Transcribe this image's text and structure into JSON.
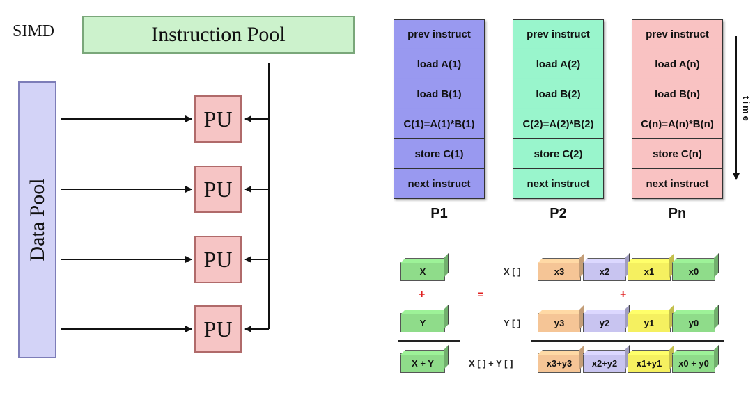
{
  "simd": {
    "label": "SIMD",
    "instruction_pool": "Instruction Pool",
    "data_pool": "Data Pool",
    "pu_label": "PU",
    "pu_count": 4
  },
  "processors": [
    {
      "name": "P1",
      "color": "#9999f0",
      "steps": [
        "prev instruct",
        "load A(1)",
        "load B(1)",
        "C(1)=A(1)*B(1)",
        "store C(1)",
        "next instruct"
      ]
    },
    {
      "name": "P2",
      "color": "#99f5cc",
      "steps": [
        "prev instruct",
        "load A(2)",
        "load B(2)",
        "C(2)=A(2)*B(2)",
        "store C(2)",
        "next instruct"
      ]
    },
    {
      "name": "Pn",
      "color": "#f9c2c2",
      "steps": [
        "prev instruct",
        "load A(n)",
        "load B(n)",
        "C(n)=A(n)*B(n)",
        "store C(n)",
        "next instruct"
      ]
    }
  ],
  "time_label": "time",
  "vector_add": {
    "scalar": {
      "x": "X",
      "y": "Y",
      "sum": "X + Y",
      "plus": "+"
    },
    "equals": "=",
    "row_labels": {
      "x": "X [ ]",
      "y": "Y [ ]",
      "sum": "X [ ] + Y [ ]"
    },
    "x_values": [
      "x3",
      "x2",
      "x1",
      "x0"
    ],
    "y_values": [
      "y3",
      "y2",
      "y1",
      "y0"
    ],
    "sum_values": [
      "x3+y3",
      "x2+y2",
      "x1+y1",
      "x0 + y0"
    ],
    "plus": "+",
    "lane_colors": [
      "#f5c596",
      "#c8c4f0",
      "#f5f060",
      "#8fdc8a"
    ],
    "scalar_color": "#8fdc8a"
  }
}
